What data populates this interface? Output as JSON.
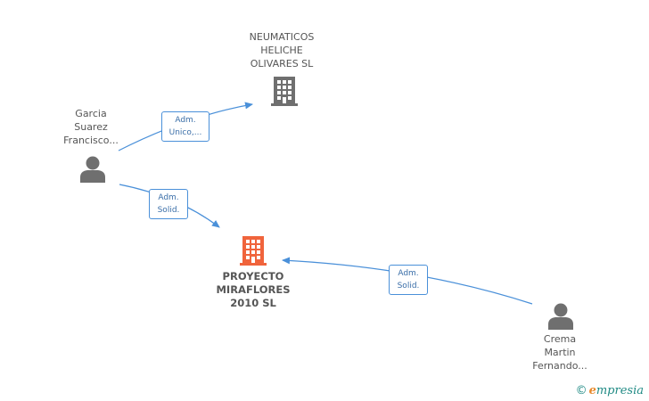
{
  "nodes": {
    "neumaticos": {
      "lines": [
        "NEUMATICOS",
        "HELICHE",
        "OLIVARES SL"
      ]
    },
    "proyecto": {
      "lines": [
        "PROYECTO",
        "MIRAFLORES",
        "2010 SL"
      ]
    },
    "garcia": {
      "lines": [
        "Garcia",
        "Suarez",
        "Francisco..."
      ]
    },
    "crema": {
      "lines": [
        "Crema",
        "Martin",
        "Fernando..."
      ]
    }
  },
  "edges": {
    "garcia_neumaticos": {
      "lines": [
        "Adm.",
        "Unico,..."
      ]
    },
    "garcia_proyecto": {
      "lines": [
        "Adm.",
        "Solid."
      ]
    },
    "crema_proyecto": {
      "lines": [
        "Adm.",
        "Solid."
      ]
    }
  },
  "footer": {
    "copyright": "©",
    "brand_e": "e",
    "brand_rest": "mpresia"
  },
  "colors": {
    "company_gray": "#6f6f6f",
    "company_focus": "#f0643c",
    "person": "#6f6f6f",
    "edge": "#4a90d9"
  }
}
